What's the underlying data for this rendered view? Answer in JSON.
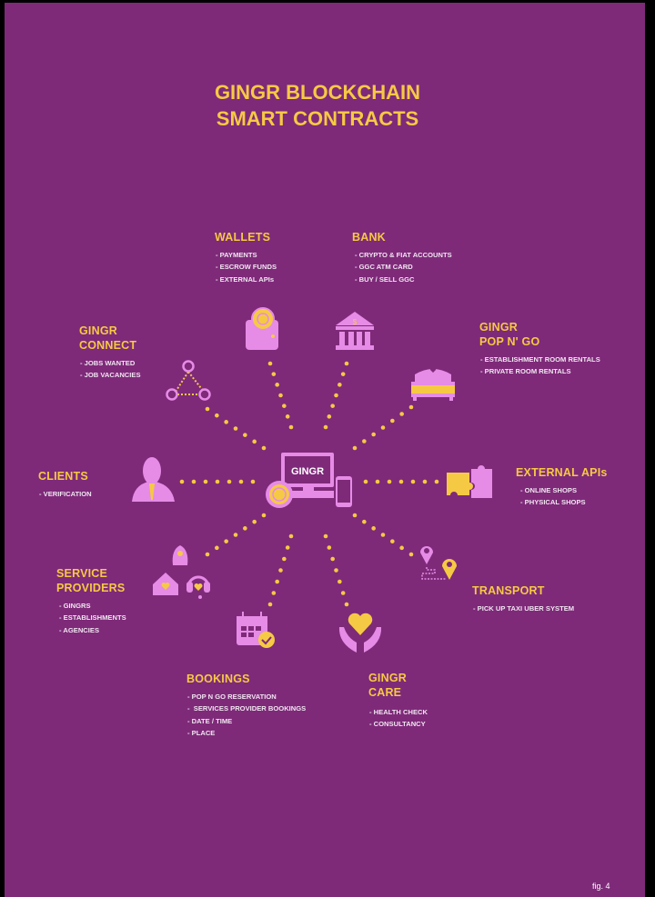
{
  "title": {
    "line1": "GINGR BLOCKCHAIN",
    "line2": "SMART CONTRACTS"
  },
  "center": {
    "logo_text": "GINGR"
  },
  "colors": {
    "background": "#7e2a79",
    "accent": "#f6c944",
    "icon": "#e68be6"
  },
  "sections": {
    "wallets": {
      "title": [
        "WALLETS"
      ],
      "items": [
        "PAYMENTS",
        "ESCROW FUNDS",
        "EXTERNAL  APIs"
      ],
      "icon": "wallet-icon"
    },
    "bank": {
      "title": [
        "BANK"
      ],
      "items": [
        "CRYPTO & FIAT ACCOUNTS",
        "GGC ATM CARD",
        "BUY / SELL GGC"
      ],
      "icon": "bank-icon"
    },
    "connect": {
      "title": [
        "GINGR",
        "CONNECT"
      ],
      "items": [
        "JOBS WANTED",
        "JOB  VACANCIES"
      ],
      "icon": "network-icon"
    },
    "popngo": {
      "title": [
        "GINGR",
        "POP N' GO"
      ],
      "items": [
        "ESTABLISHMENT ROOM RENTALS",
        "PRIVATE ROOM RENTALS"
      ],
      "icon": "bed-icon"
    },
    "clients": {
      "title": [
        "CLIENTS"
      ],
      "items": [
        "VERIFICATION"
      ],
      "icon": "person-icon"
    },
    "external": {
      "title": [
        "EXTERNAL APIs"
      ],
      "items": [
        "ONLINE SHOPS",
        "PHYSICAL SHOPS"
      ],
      "icon": "puzzle-icon"
    },
    "service": {
      "title": [
        "SERVICE",
        "PROVIDERS"
      ],
      "items": [
        "GINGRS",
        "ESTABLISHMENTS",
        "AGENCIES"
      ],
      "icon": "service-providers-icon"
    },
    "transport": {
      "title": [
        "TRANSPORT"
      ],
      "items": [
        "PICK UP TAXI UBER SYSTEM"
      ],
      "icon": "map-pin-icon"
    },
    "bookings": {
      "title": [
        "BOOKINGS"
      ],
      "items": [
        "POP N GO RESERVATION",
        " SERVICES PROVIDER BOOKINGS",
        "DATE / TIME",
        "PLACE"
      ],
      "icon": "calendar-check-icon"
    },
    "care": {
      "title": [
        "GINGR",
        "CARE"
      ],
      "items": [
        "HEALTH CHECK",
        "CONSULTANCY"
      ],
      "icon": "heart-hands-icon"
    }
  },
  "footer": {
    "fig": "fig. 4"
  }
}
